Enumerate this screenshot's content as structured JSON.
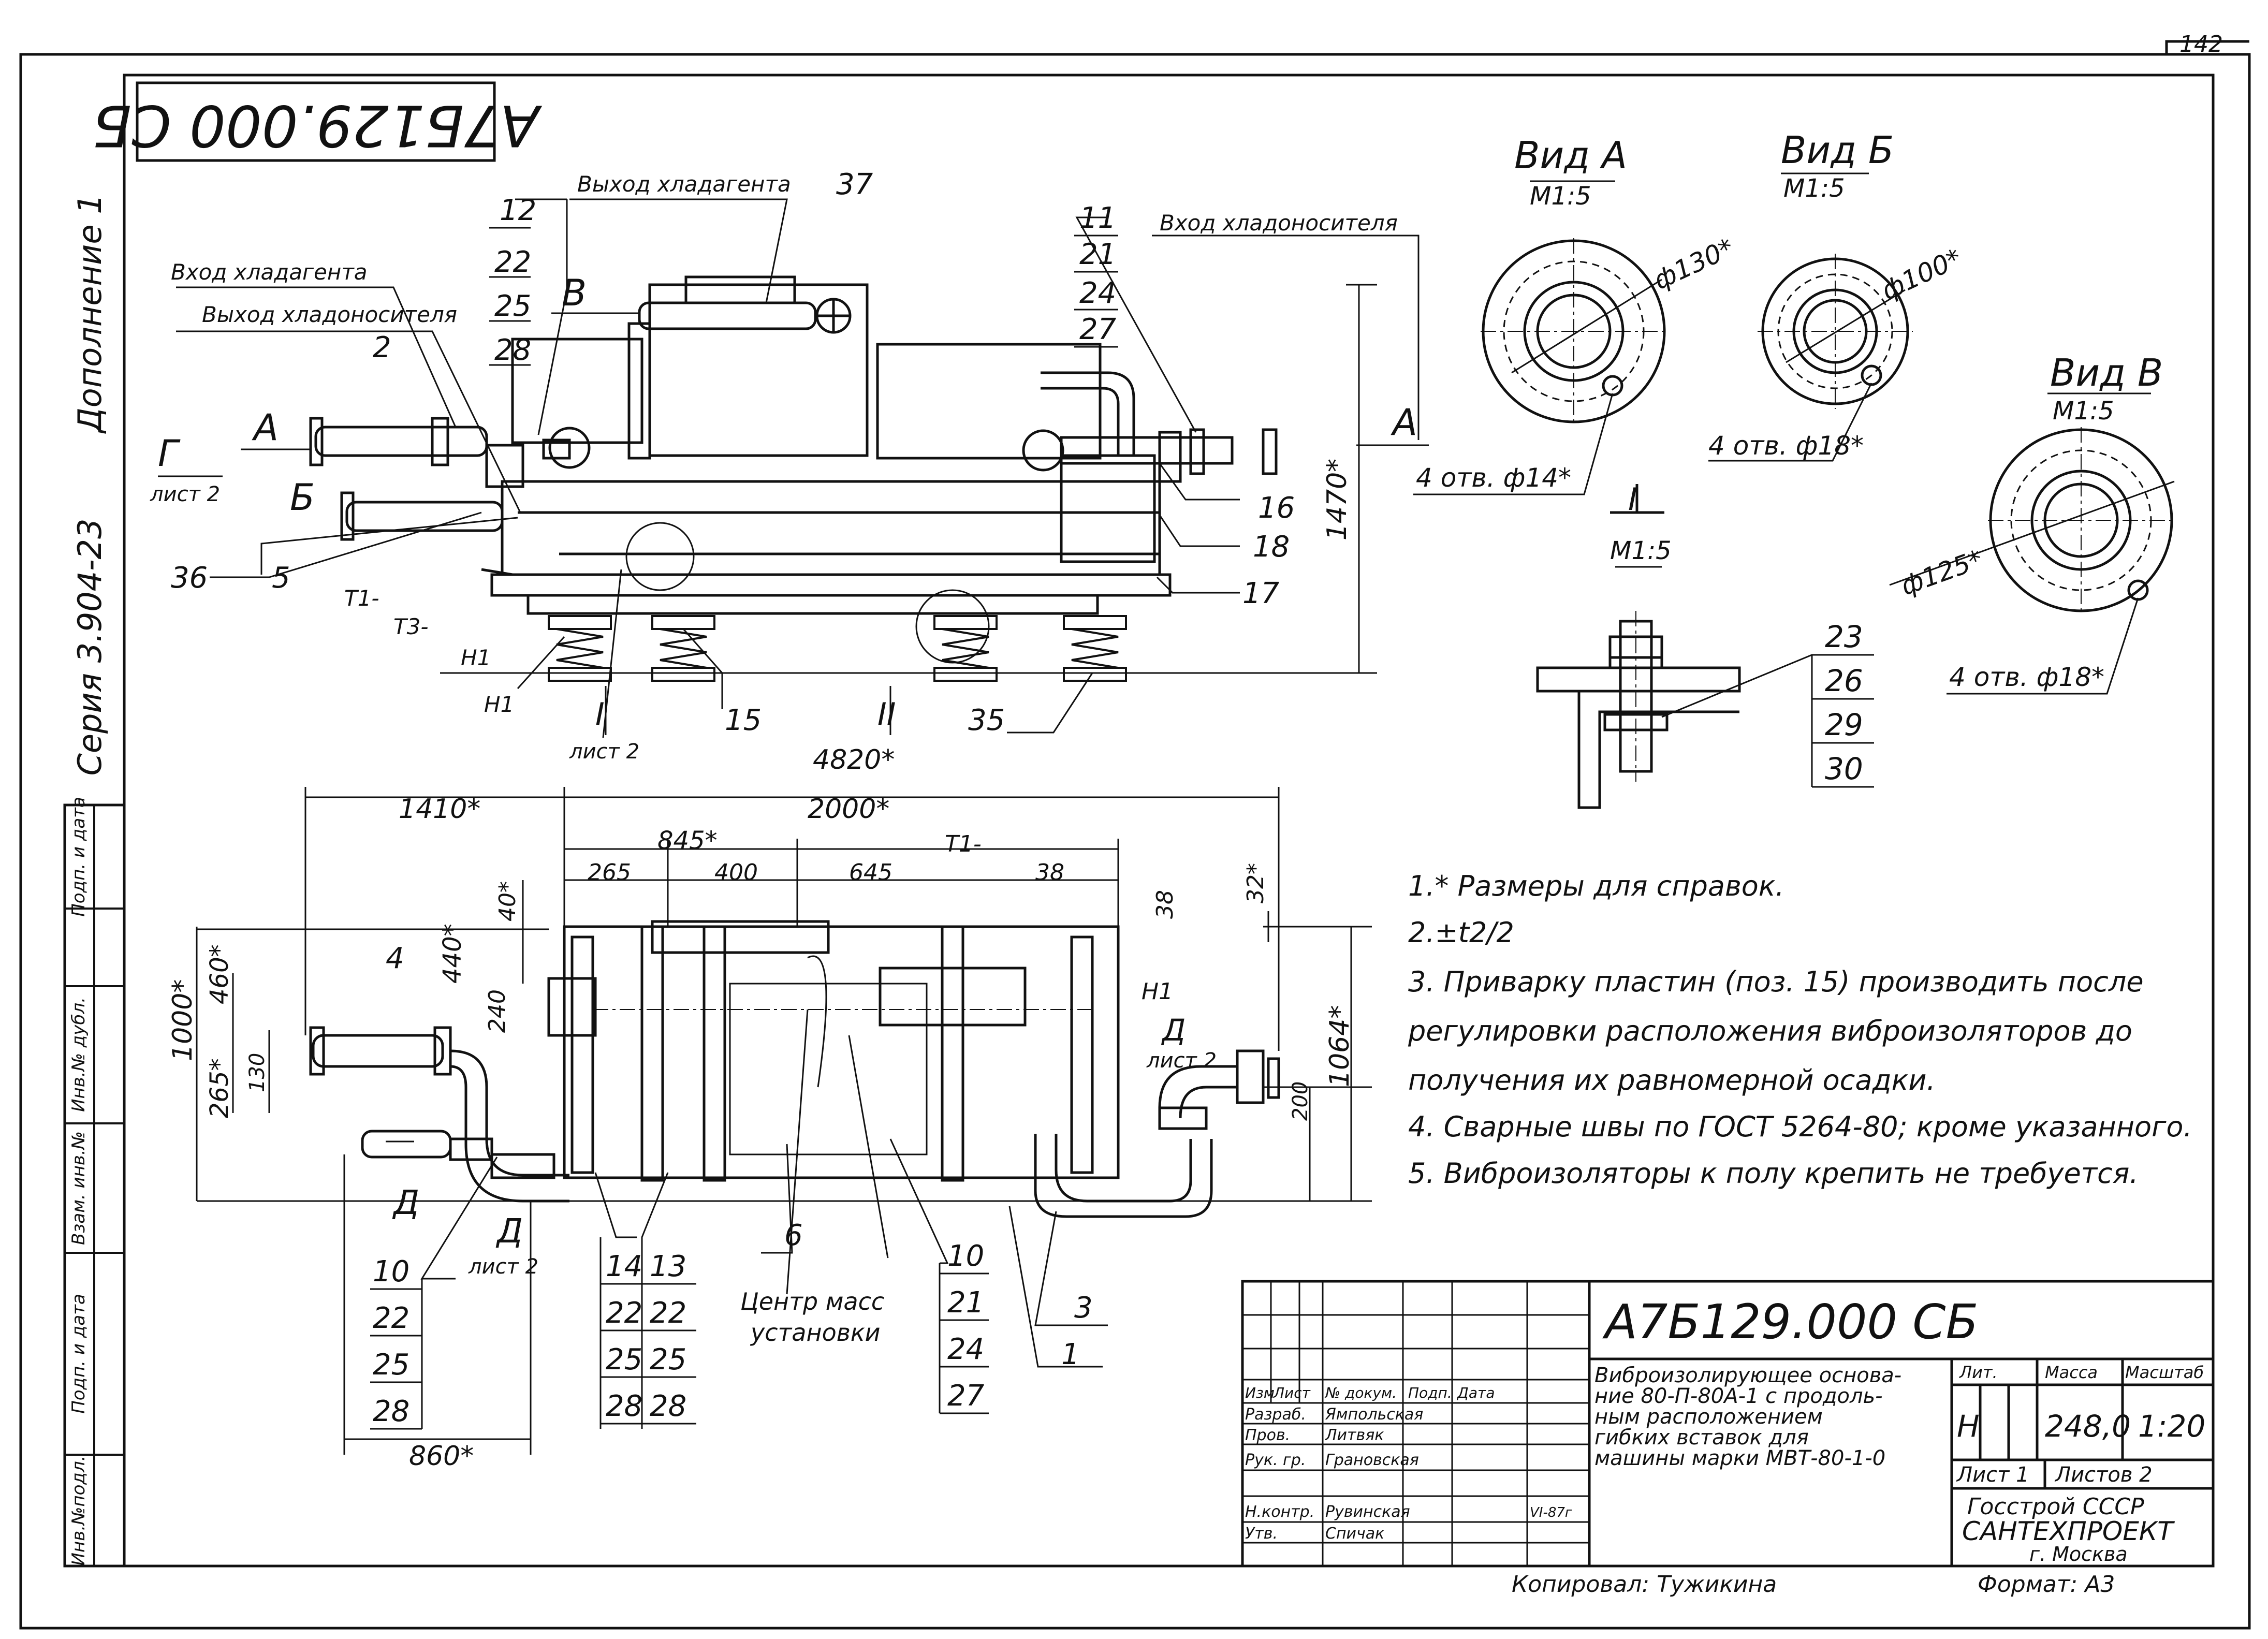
{
  "sheet": {
    "corner_number": "142",
    "code_rotated": "А7Б129.000 СБ",
    "supplement": "Дополнение 1",
    "series": "Серия 3.904-23"
  },
  "side_stamp": [
    "Инв.№подл.",
    "Подп. и дата",
    "Взам. инв.№",
    "Инв.№ дубл.",
    "Подп. и дата"
  ],
  "main_view": {
    "labels": {
      "refrigerant_in": "Вход хладагента",
      "coolant_out": "Выход хладоносителя",
      "refrigerant_out": "Выход хладагента",
      "coolant_in": "Вход хладоносителя",
      "arrow_a_left": "А",
      "arrow_a_right": "А",
      "arrow_b": "Б",
      "arrow_v": "В",
      "arrow_g": "Г",
      "sheet2_g": "лист 2",
      "height_dim": "1470*",
      "width_dim": "4820*",
      "sec_i": "I",
      "sec_i_sheet": "лист 2",
      "sec_ii": "II",
      "weld_t1": "Т1-",
      "weld_t3": "Т3-",
      "n1a": "Н1",
      "n1b": "Н1"
    },
    "callouts": {
      "c12": [
        "12",
        "22",
        "25",
        "28"
      ],
      "c37": "37",
      "c11": [
        "11",
        "21",
        "24",
        "27"
      ],
      "c2": "2",
      "c16": "16",
      "c18": "18",
      "c17": "17",
      "c36": "36",
      "c5": "5",
      "c15": "15",
      "c35": "35"
    }
  },
  "views": {
    "view_a": {
      "title": "Вид А",
      "scale": "М1:5",
      "diameter": "ф130*",
      "holes": "4 отв. ф14*"
    },
    "view_b": {
      "title": "Вид Б",
      "scale": "М1:5",
      "diameter": "ф100*",
      "holes": "4 отв. ф18*"
    },
    "view_v": {
      "title": "Вид В",
      "scale": "М1:5",
      "diameter": "ф125*",
      "holes": "4 отв. ф18*"
    },
    "section_i": {
      "title": "I",
      "scale": "М1:5",
      "callouts": [
        "23",
        "26",
        "29",
        "30"
      ]
    }
  },
  "plan_view": {
    "dims": {
      "d1410": "1410*",
      "d2000": "2000*",
      "d845": "845*",
      "d265": "265",
      "d400": "400",
      "d645": "645",
      "d38a": "38",
      "d38b": "38",
      "d32": "32*",
      "d40": "40*",
      "d440": "440*",
      "d460": "460*",
      "d1000": "1000*",
      "d240": "240",
      "d265b": "265*",
      "d130": "130",
      "d200": "200",
      "d1064": "1064*",
      "d860": "860*"
    },
    "labels": {
      "weld": "Т1-",
      "h1": "Н1",
      "d_right": "Д",
      "d_right_sheet": "лист 2",
      "d_left": "Д",
      "d_left_sheet": "лист 2",
      "d_arrow": "Д",
      "mass_center_1": "Центр масс",
      "mass_center_2": "установки"
    },
    "callouts": {
      "c4": "4",
      "c10a": [
        "10",
        "22",
        "25",
        "28"
      ],
      "c14": [
        "14",
        "22",
        "25",
        "28"
      ],
      "c13": [
        "13",
        "22",
        "25",
        "28"
      ],
      "c6": "6",
      "c10b": [
        "10",
        "21",
        "24",
        "27"
      ],
      "c3": "3",
      "c1": "1"
    }
  },
  "notes": [
    "1.* Размеры для справок.",
    "2.±t2/2",
    "3. Приварку пластин (поз. 15) производить после",
    "регулировки расположения виброизоляторов до",
    "получения их равномерной осадки.",
    "4. Сварные швы по ГОСТ 5264-80; кроме указанного.",
    "5. Виброизоляторы к полу крепить не требуется."
  ],
  "title_block": {
    "code": "А7Б129.000 СБ",
    "name": [
      "Виброизолирующее основа-",
      "ние 80-П-80А-1 с продоль-",
      "ным расположением",
      "гибких вставок для",
      "машины марки МВТ-80-1-0"
    ],
    "head": {
      "izm": "Изм",
      "list": "Лист",
      "doc": "№ докум.",
      "podp": "Подп.",
      "date": "Дата"
    },
    "rows": [
      {
        "role": "Разраб.",
        "name": "Ямпольская"
      },
      {
        "role": "Пров.",
        "name": "Литвяк"
      },
      {
        "role": "Рук. гр.",
        "name": "Грановская"
      },
      {
        "role": "Н.контр.",
        "name": "Рувинская"
      },
      {
        "role": "Утв.",
        "name": "Спичак"
      }
    ],
    "date_control": "VI-87г",
    "lit": "Лит.",
    "mass_label": "Масса",
    "scale_label": "Масштаб",
    "lit_value": "Н",
    "mass": "248,0",
    "scale": "1:20",
    "sheet": "Лист 1",
    "sheets": "Листов 2",
    "org1": "Госстрой СССР",
    "org2": "САНТЕХПРОЕКТ",
    "org3": "г. Москва",
    "copied": "Копировал: Тужикина",
    "format": "Формат: А3"
  }
}
